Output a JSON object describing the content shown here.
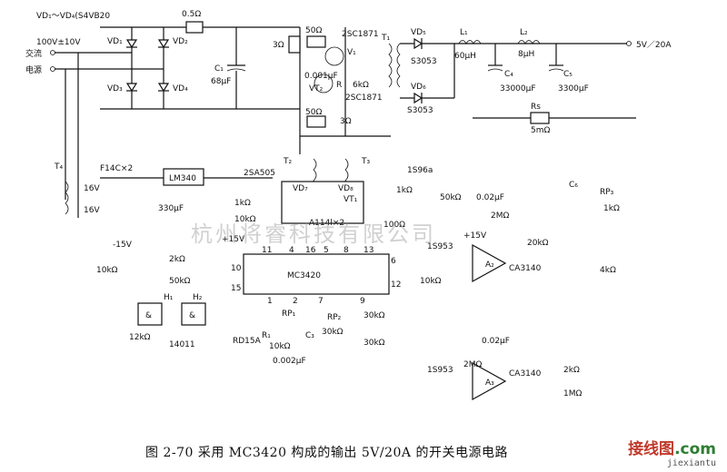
{
  "caption": "图 2-70   采用 MC3420 构成的输出 5V/20A 的开关电源电路",
  "watermark": "杭州将睿科技有限公司",
  "logo": {
    "brand": "接线图",
    "suffix": ".com",
    "site": "jiexiantu"
  },
  "labels": {
    "rect_bridge": "VD₁～VD₄(S4VB20",
    "r_05": "0.5Ω",
    "vin": "100V±10V",
    "ac1": "交流",
    "ac2": "电源",
    "vd1": "VD₁",
    "vd2": "VD₂",
    "vd3": "VD₃",
    "vd4": "VD₄",
    "c1": "C₁",
    "c1v": "68μF",
    "r3": "3Ω",
    "r50a": "50Ω",
    "q1": "2SC1871",
    "v1": "V₁",
    "vt2": "VT₂",
    "c0001": "0.001μF",
    "r": "R",
    "r6k": "6kΩ",
    "q2": "2SC1871",
    "r50b": "50Ω",
    "r3b": "3Ω",
    "t1": "T₁",
    "vd5": "VD₅",
    "s3053a": "S3053",
    "vd6": "VD₆",
    "s3053b": "S3053",
    "l1": "L₁",
    "l1v": "60μH",
    "l2": "L₂",
    "l2v": "8μH",
    "out": "5V／20A",
    "c4": "C₄",
    "c4v": "33000μF",
    "c5": "C₅",
    "c5v": "3300μF",
    "rs": "Rs",
    "rsv": "5mΩ",
    "t4": "T₄",
    "t4v1": "16V",
    "t4v2": "16V",
    "f14c": "F14C×2",
    "lm340": "LM340",
    "c330": "330μF",
    "t2": "T₂",
    "t3": "T₃",
    "q3": "2SA505",
    "vd7": "VD₇",
    "vd8": "VD₈",
    "vt": "VT₁",
    "r1k1": "1kΩ",
    "r10k1": "10kΩ",
    "a14": "A114l×2",
    "r100": "100Ω",
    "d1s96": "1S96a",
    "r1k2": "1kΩ",
    "r50k": "50kΩ",
    "c002": "0.02μF",
    "r2m": "2MΩ",
    "c6": "C₆",
    "rp3": "RP₃",
    "r1k3": "1kΩ",
    "v15p": "+15V",
    "v15n": "-15V",
    "v15p2": "+15V",
    "r10k2": "10kΩ",
    "r2k": "2kΩ",
    "r50k2": "50kΩ",
    "ic": "MC3420",
    "pin11": "11",
    "pin4": "4",
    "pin16": "16",
    "pin5": "5",
    "pin8": "8",
    "pin13": "13",
    "pin10": "10",
    "pin6": "6",
    "pin15": "15",
    "pin1": "1",
    "pin2": "2",
    "pin7": "7",
    "pin9": "9",
    "pin12": "12",
    "d1s953a": "1S953",
    "r20k": "20kΩ",
    "a2": "A₂",
    "ca3140a": "CA3140",
    "r10k3": "10kΩ",
    "r4k": "4kΩ",
    "h1": "H₁",
    "h2": "H₂",
    "amp": "&",
    "amp2": "&",
    "r12k": "12kΩ",
    "chip": "14011",
    "rd15": "RD15A",
    "rp1": "RP₁",
    "r1": "R₁",
    "r10k4": "10kΩ",
    "cs": "C₃",
    "c0002": "0.002μF",
    "rp2": "RP₂",
    "r30k1": "30kΩ",
    "r30k2": "30kΩ",
    "r30k3": "30kΩ",
    "c002b": "0.02μF",
    "d1s953b": "1S953",
    "r2m2": "2MΩ",
    "a3": "A₃",
    "ca3140b": "CA3140",
    "r2k2": "2kΩ",
    "r1m": "1MΩ"
  }
}
